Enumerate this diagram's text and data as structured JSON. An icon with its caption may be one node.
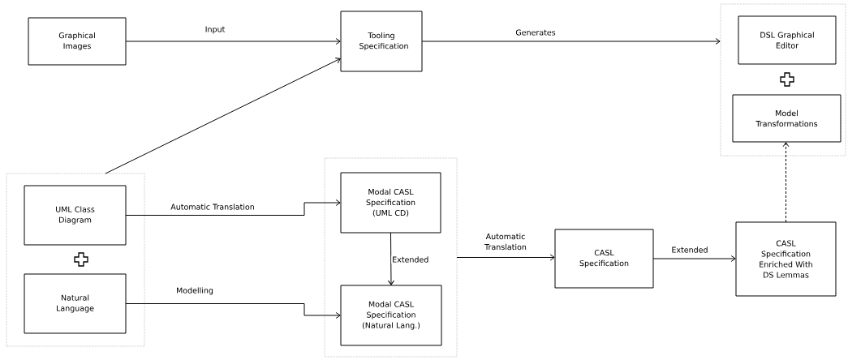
{
  "diagram": {
    "nodes": [
      {
        "text": [
          "Graphical Images"
        ]
      },
      {
        "text": [
          "Tooling Specification"
        ]
      },
      {
        "text": [],
        "shape": "box"
      },
      {
        "text": [
          "DSL Graphical Editor"
        ],
        "in": 2
      },
      {
        "text": [
          "Model Transformations"
        ],
        "in": 2
      },
      {
        "text": [],
        "shape": "box"
      },
      {
        "text": [
          "UML Class Diagram"
        ],
        "in": 5
      },
      {
        "text": [
          "Natural Language"
        ],
        "in": 5
      },
      {
        "text": [],
        "shape": "box"
      },
      {
        "text": [
          "Modal CASL Specification (UML CD)"
        ],
        "in": 8
      },
      {
        "text": [
          "Modal CASL Specification (Natural Lang.)"
        ],
        "in": 8
      },
      {
        "text": [
          "CASL Specification"
        ]
      },
      {
        "text": [
          "CASL Specification Enriched With DS Lemmas"
        ]
      }
    ],
    "edges": [
      {
        "from": 0,
        "to": 1,
        "arrow": "to",
        "label": "Input"
      },
      {
        "from": 5,
        "to": 1,
        "arrow": "to"
      },
      {
        "from": 1,
        "to": 2,
        "arrow": "to",
        "label": "Generates"
      },
      {
        "from": 6,
        "to": 9,
        "arrow": "to",
        "label": "Automatic Translation"
      },
      {
        "from": 7,
        "to": 10,
        "arrow": "to",
        "label": "Modelling"
      },
      {
        "from": 9,
        "to": 10,
        "arrow": "to",
        "label": "Extended"
      },
      {
        "from": 8,
        "to": 11,
        "arrow": "to",
        "label": "Automatic Translation"
      },
      {
        "from": 11,
        "to": 12,
        "arrow": "to",
        "label": "Extended"
      },
      {
        "from": 12,
        "to": 4,
        "arrow": "to",
        "style": "dashed"
      }
    ]
  }
}
